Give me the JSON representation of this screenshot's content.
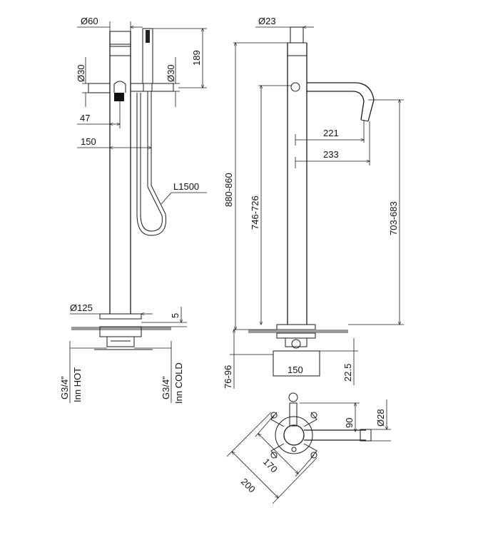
{
  "dimensions": {
    "front_top_diameter": "Ø60",
    "front_left_diameter": "Ø30",
    "front_right_diameter": "Ø30",
    "front_height_189": "189",
    "front_offset_47": "47",
    "front_offset_150": "150",
    "hose_length": "L1500",
    "base_diameter": "Ø125",
    "base_thickness": "5",
    "inlet_hot": "G3/4\"",
    "inlet_hot_label": "Inn HOT",
    "inlet_cold": "G3/4\"",
    "inlet_cold_label": "Inn COLD",
    "side_top_diameter": "Ø23",
    "side_total_height": "880-860",
    "side_spout_height": "746-726",
    "side_outlet_height": "703-683",
    "spout_reach_221": "221",
    "spout_reach_233": "233",
    "floor_depth": "76-96",
    "box_width": "150",
    "box_depth": "22.5",
    "plan_spout_offset": "90",
    "plan_spout_diameter": "Ø28",
    "plan_inner": "170",
    "plan_outer": "200"
  },
  "colors": {
    "line": "#1a1a1a",
    "floor": "#9a9a9a"
  }
}
